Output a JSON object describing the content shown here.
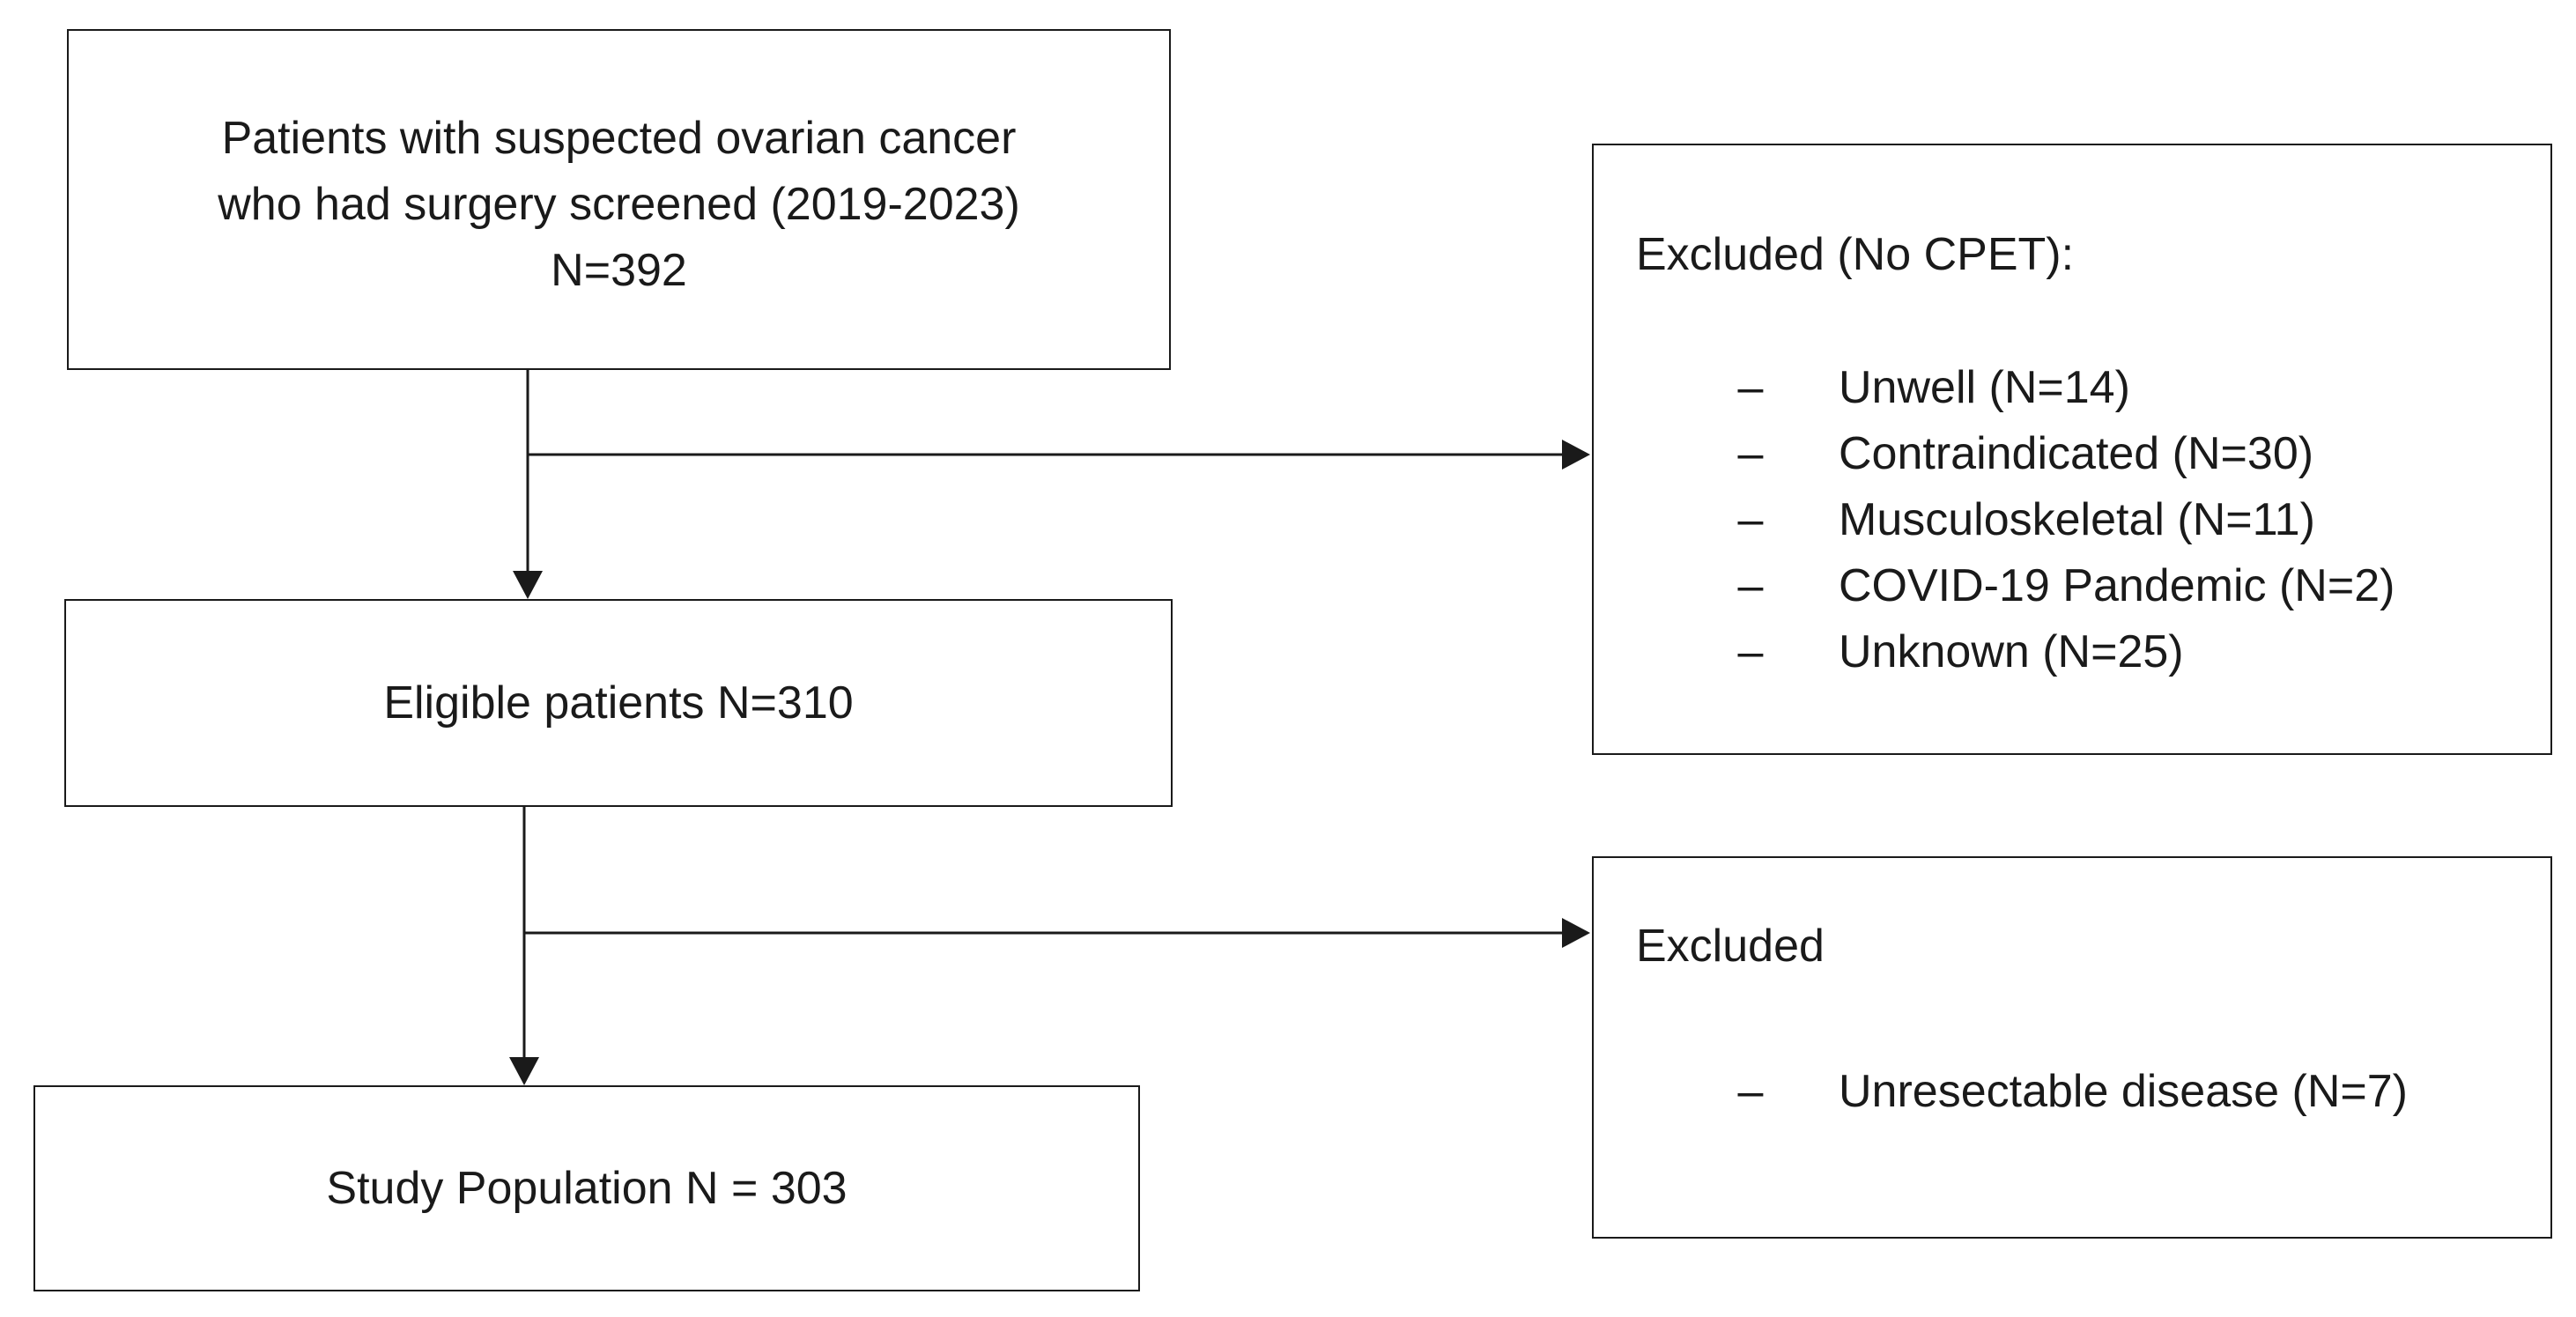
{
  "nodes": {
    "screened": {
      "line1": "Patients with suspected ovarian cancer",
      "line2": "who had surgery screened (2019-2023)",
      "line3": "N=392"
    },
    "eligible": {
      "text": "Eligible patients N=310"
    },
    "study": {
      "text": "Study Population N = 303"
    },
    "excluded_no_cpet": {
      "title": "Excluded (No CPET):",
      "items": [
        {
          "bullet": "–",
          "text": "Unwell (N=14)"
        },
        {
          "bullet": "–",
          "text": "Contraindicated (N=30)"
        },
        {
          "bullet": "–",
          "text": "Musculoskeletal (N=11)"
        },
        {
          "bullet": "–",
          "text": "COVID-19 Pandemic (N=2)"
        },
        {
          "bullet": "–",
          "text": "Unknown (N=25)"
        }
      ]
    },
    "excluded_unresectable": {
      "title": "Excluded",
      "items": [
        {
          "bullet": "–",
          "text": "Unresectable disease (N=7)"
        }
      ]
    }
  },
  "colors": {
    "line": "#1a1a1a",
    "background": "#ffffff"
  }
}
